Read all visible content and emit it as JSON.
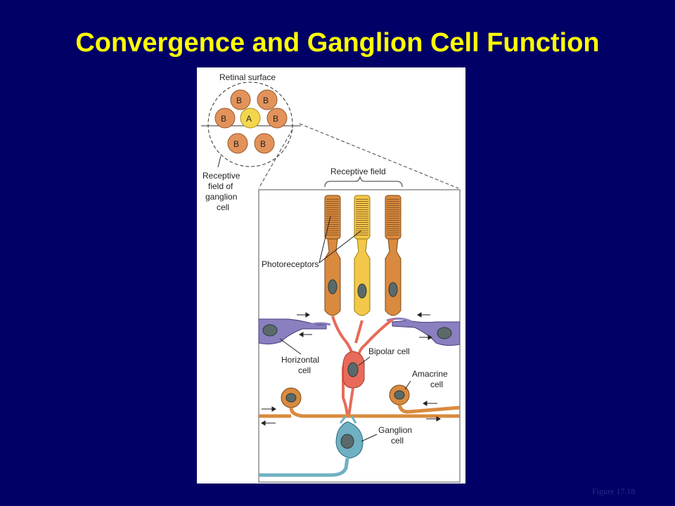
{
  "slide": {
    "title": "Convergence and Ganglion Cell Function",
    "figure_caption": "Figure 17.18"
  },
  "diagram": {
    "retinal_surface_label": "Retinal surface",
    "receptive_field_of_ganglion_lines": [
      "Receptive",
      "field of",
      "ganglion",
      "cell"
    ],
    "cell_letters": {
      "b": "B",
      "a": "A"
    },
    "receptive_field_label": "Receptive field",
    "photoreceptors_label": "Photoreceptors",
    "horizontal_cell_lines": [
      "Horizontal",
      "cell"
    ],
    "bipolar_cell_label": "Bipolar cell",
    "amacrine_cell_lines": [
      "Amacrine",
      "cell"
    ],
    "ganglion_cell_lines": [
      "Ganglion",
      "cell"
    ]
  },
  "colors": {
    "background": "#000066",
    "title": "#ffff00",
    "cone_orange": "#d98a3e",
    "cone_yellow": "#f3c84a",
    "horizontal_purple": "#8a7fbf",
    "bipolar_red": "#e86a5a",
    "ganglion_teal": "#6fb0c2"
  }
}
